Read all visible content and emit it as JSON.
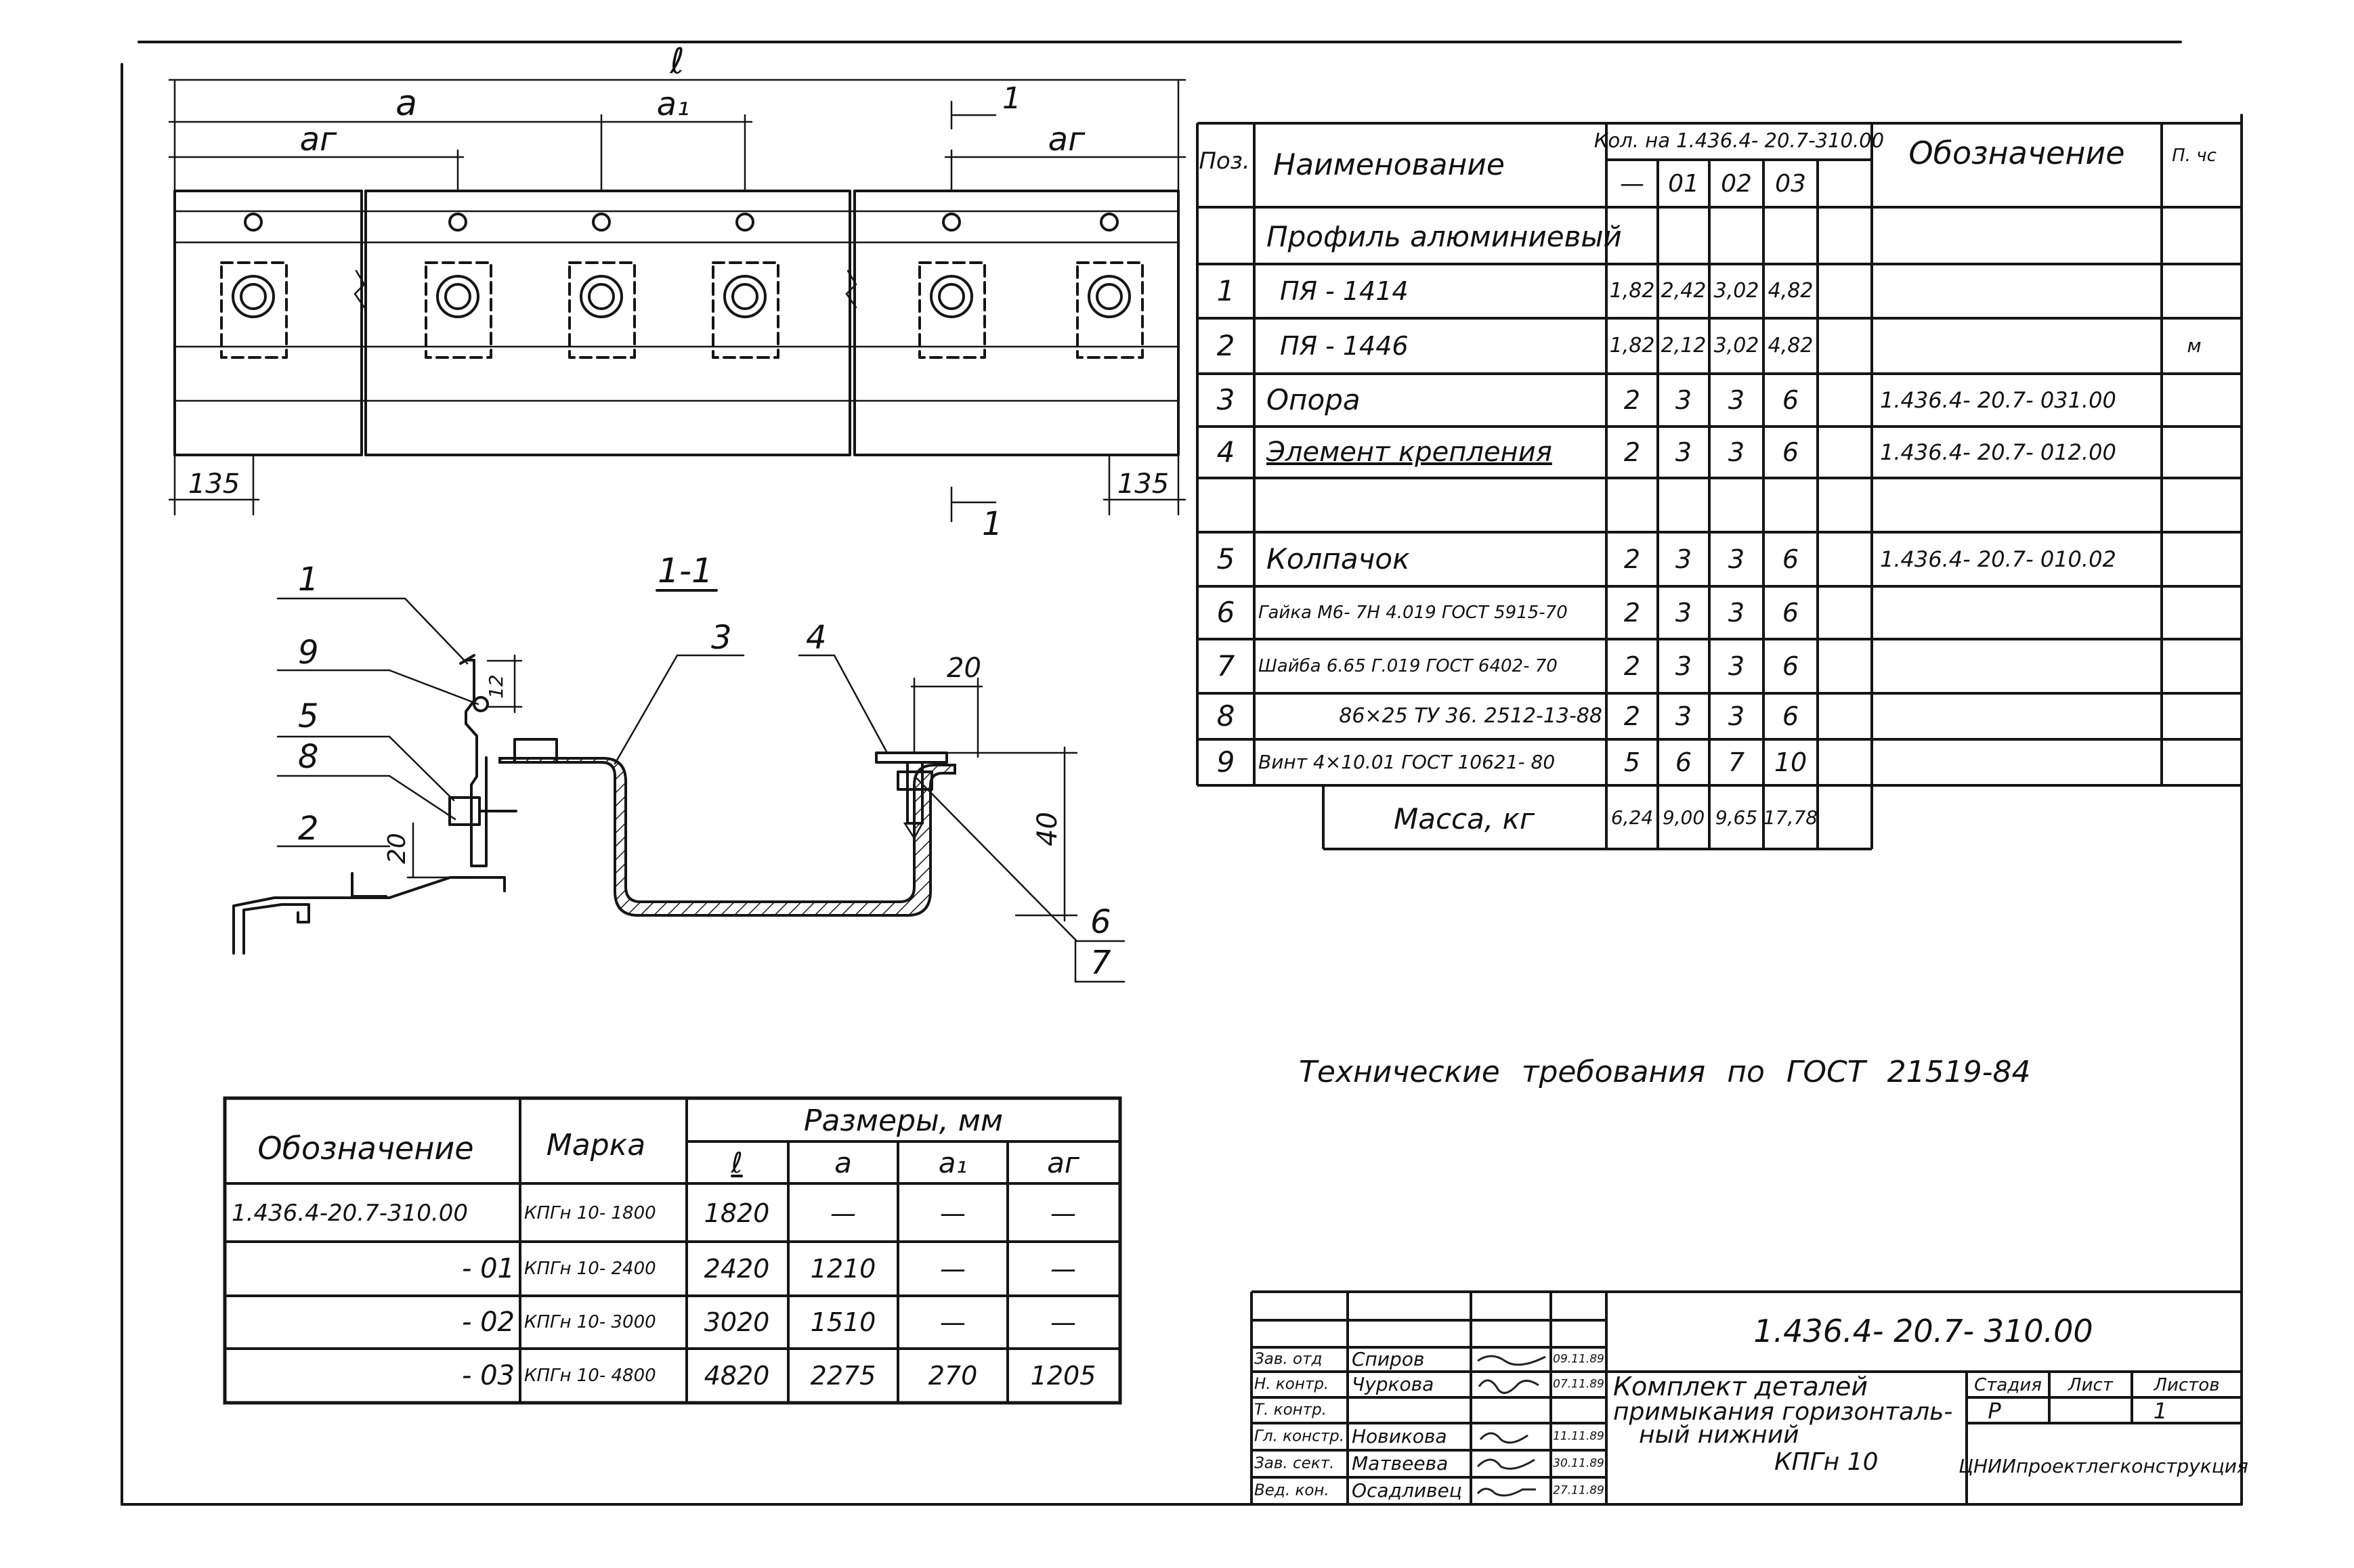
{
  "dims": {
    "l": "ℓ",
    "a": "a",
    "a1": "a₁",
    "a2": "aг",
    "edge_left": "135",
    "edge_right": "135",
    "section_mark": "1"
  },
  "section": {
    "title": "1-1",
    "callouts": [
      "1",
      "9",
      "5",
      "8",
      "2",
      "3",
      "4",
      "6",
      "7"
    ],
    "dim_12": "12",
    "dim_20a": "20",
    "dim_20b": "20",
    "dim_40": "40"
  },
  "spec": {
    "headers": {
      "pos": "Поз.",
      "name": "Наименование",
      "qty": "Кол. на 1.436.4- 20.7-310.00",
      "qty_cols": [
        "—",
        "01",
        "02",
        "03"
      ],
      "designation": "Обозначение",
      "note": "П. чс"
    },
    "group": "Профиль алюминиевый",
    "rows": [
      {
        "pos": "1",
        "name": "ПЯ - 1414",
        "q": [
          "1,82",
          "2,42",
          "3,02",
          "4,82"
        ],
        "des": "",
        "note": ""
      },
      {
        "pos": "2",
        "name": "ПЯ - 1446",
        "q": [
          "1,82",
          "2,12",
          "3,02",
          "4,82"
        ],
        "des": "",
        "note": "м"
      },
      {
        "pos": "3",
        "name": "Опора",
        "q": [
          "2",
          "3",
          "3",
          "6"
        ],
        "des": "1.436.4- 20.7- 031.00",
        "note": ""
      },
      {
        "pos": "4",
        "name": "Элемент крепления",
        "q": [
          "2",
          "3",
          "3",
          "6"
        ],
        "des": "1.436.4- 20.7- 012.00",
        "note": ""
      },
      {
        "pos": "5",
        "name": "Колпачок",
        "q": [
          "2",
          "3",
          "3",
          "6"
        ],
        "des": "1.436.4- 20.7- 010.02",
        "note": ""
      },
      {
        "pos": "6",
        "name": "Гайка М6- 7Н 4.019 ГОСТ 5915-70",
        "q": [
          "2",
          "3",
          "3",
          "6"
        ],
        "des": "",
        "note": ""
      },
      {
        "pos": "7",
        "name": "Шайба 6.65 Г.019 ГОСТ 6402- 70",
        "q": [
          "2",
          "3",
          "3",
          "6"
        ],
        "des": "",
        "note": ""
      },
      {
        "pos": "8",
        "name": "86×25 ТУ 36. 2512-13-88",
        "q": [
          "2",
          "3",
          "3",
          "6"
        ],
        "des": "",
        "note": ""
      },
      {
        "pos": "9",
        "name": "Винт 4×10.01 ГОСТ 10621- 80",
        "q": [
          "5",
          "6",
          "7",
          "10"
        ],
        "des": "",
        "note": ""
      }
    ],
    "mass": {
      "label": "Масса, кг",
      "q": [
        "6,24",
        "9,00",
        "9,65",
        "17,78"
      ]
    }
  },
  "tech_req": "Технические требования по ГОСТ 21519-84",
  "sizes": {
    "headers": {
      "designation": "Обозначение",
      "mark": "Марка",
      "sizes": "Размеры, мм",
      "cols": [
        "ℓ",
        "a",
        "a₁",
        "aг"
      ]
    },
    "rows": [
      {
        "des": "1.436.4-20.7-310.00",
        "mark": "КПГн 10- 1800",
        "v": [
          "1820",
          "—",
          "—",
          "—"
        ]
      },
      {
        "des": "- 01",
        "mark": "КПГн 10- 2400",
        "v": [
          "2420",
          "1210",
          "—",
          "—"
        ]
      },
      {
        "des": "- 02",
        "mark": "КПГн 10- 3000",
        "v": [
          "3020",
          "1510",
          "—",
          "—"
        ]
      },
      {
        "des": "- 03",
        "mark": "КПГн 10- 4800",
        "v": [
          "4820",
          "2275",
          "270",
          "1205"
        ]
      }
    ]
  },
  "stamp": {
    "code": "1.436.4- 20.7- 310.00",
    "roles": [
      "Зав. отд",
      "Н. контр.",
      "Т. контр.",
      "Гл. констр.",
      "Зав. сект.",
      "Вед. кон."
    ],
    "names": [
      "Спиров",
      "Чуркова",
      "",
      "Новикова",
      "Матвеева",
      "Осадливец"
    ],
    "dates": [
      "09.11.89",
      "07.11.89",
      "",
      "11.11.89",
      "30.11.89",
      "27.11.89"
    ],
    "title_lines": [
      "Комплект деталей",
      "примыкания горизонталь-",
      "ный нижний",
      "КПГн 10"
    ],
    "stage_label": "Стадия",
    "sheet_label": "Лист",
    "sheets_label": "Листов",
    "stage": "Р",
    "sheets": "1",
    "org": "ЦНИИпроектлегконструкция"
  }
}
